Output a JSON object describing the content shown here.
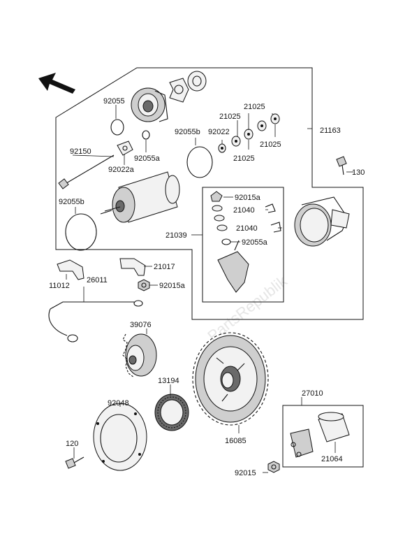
{
  "watermark": "PartsRepublik",
  "labels": {
    "l92055": "92055",
    "l92055a_top": "92055a",
    "l92022a": "92022a",
    "l92150": "92150",
    "l92055b_top": "92055b",
    "l92055b_left": "92055b",
    "l92022": "92022",
    "l21025_a": "21025",
    "l21025_b": "21025",
    "l21025_c": "21025",
    "l21025_d": "21025",
    "l21163": "21163",
    "l130": "130",
    "l92015a_top": "92015a",
    "l21040_a": "21040",
    "l21040_b": "21040",
    "l92055a_mid": "92055a",
    "l21039": "21039",
    "l11012": "11012",
    "l26011": "26011",
    "l21017": "21017",
    "l92015a_mid": "92015a",
    "l39076": "39076",
    "l13194": "13194",
    "l92048": "92048",
    "l16085": "16085",
    "l120": "120",
    "l27010": "27010",
    "l21064": "21064",
    "l92015": "92015"
  },
  "icons": {
    "direction_arrow": "front-arrow-icon"
  }
}
